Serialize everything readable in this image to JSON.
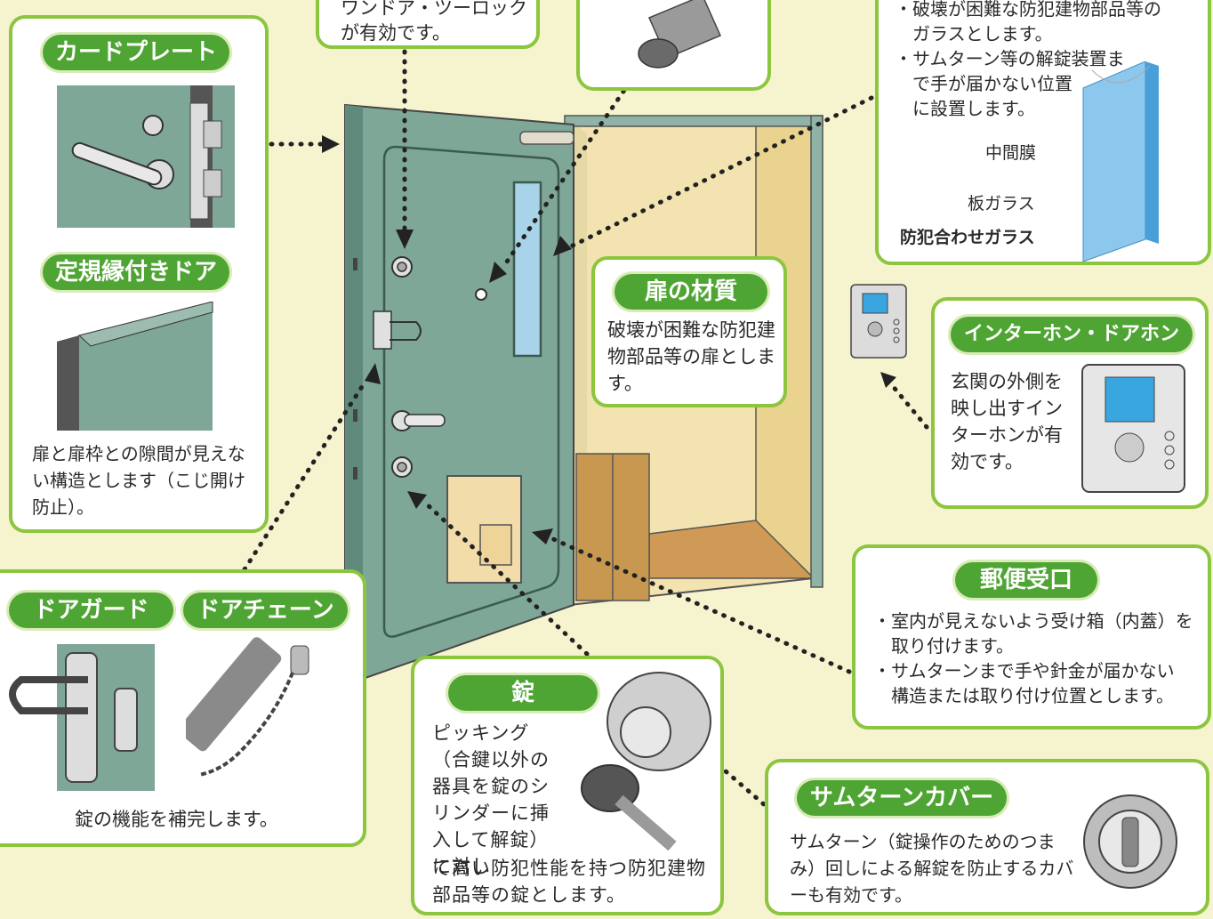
{
  "top_left_fragment": "",
  "card_plate": {
    "label": "カードプレート"
  },
  "framed_door": {
    "label": "定規縁付きドア",
    "desc": "扉と扉枠との隙間が見えない構造とします（こじ開け防止）。"
  },
  "dual_lock": {
    "line1": "ワンドア・ツーロック",
    "line2": "が有効です。"
  },
  "glass": {
    "bullet1": "・破壊が困難な防犯建物部品等の",
    "bullet1b": "ガラスとします。",
    "bullet2": "・サムターン等の解錠装置ま",
    "bullet2b": "で手が届かない位置",
    "bullet2c": "に設置します。",
    "interlayer": "中間膜",
    "sheet": "板ガラス",
    "laminated": "防犯合わせガラス"
  },
  "door_material": {
    "label": "扉の材質",
    "desc": "破壊が困難な防犯建物部品等の扉とします。"
  },
  "intercom": {
    "label": "インターホン・ドアホン",
    "desc": "玄関の外側を映し出すインターホンが有効です。"
  },
  "mail_slot": {
    "label": "郵便受口",
    "bullet1": "・室内が見えないよう受け箱（内蓋）を",
    "bullet1b": "取り付けます。",
    "bullet2": "・サムターンまで手や針金が届かない",
    "bullet2b": "構造または取り付け位置とします。"
  },
  "door_guard": {
    "label": "ドアガード"
  },
  "door_chain": {
    "label": "ドアチェーン",
    "desc": "錠の機能を補完します。"
  },
  "lock": {
    "label": "錠",
    "desc1": "ピッキング（合鍵以外の器具を錠のシリンダーに挿入して解錠）に対し",
    "desc2": "て高い防犯性能を持つ防犯建物部品等の錠とします。"
  },
  "thumbturn_cover": {
    "label": "サムターンカバー",
    "desc": "サムターン（錠操作のためのつまみ）回しによる解錠を防止するカバーも有効です。"
  },
  "colors": {
    "accent": "#4fa533",
    "frame": "#8cc63f",
    "door": "#7fa798",
    "background": "#f6f3cf"
  }
}
